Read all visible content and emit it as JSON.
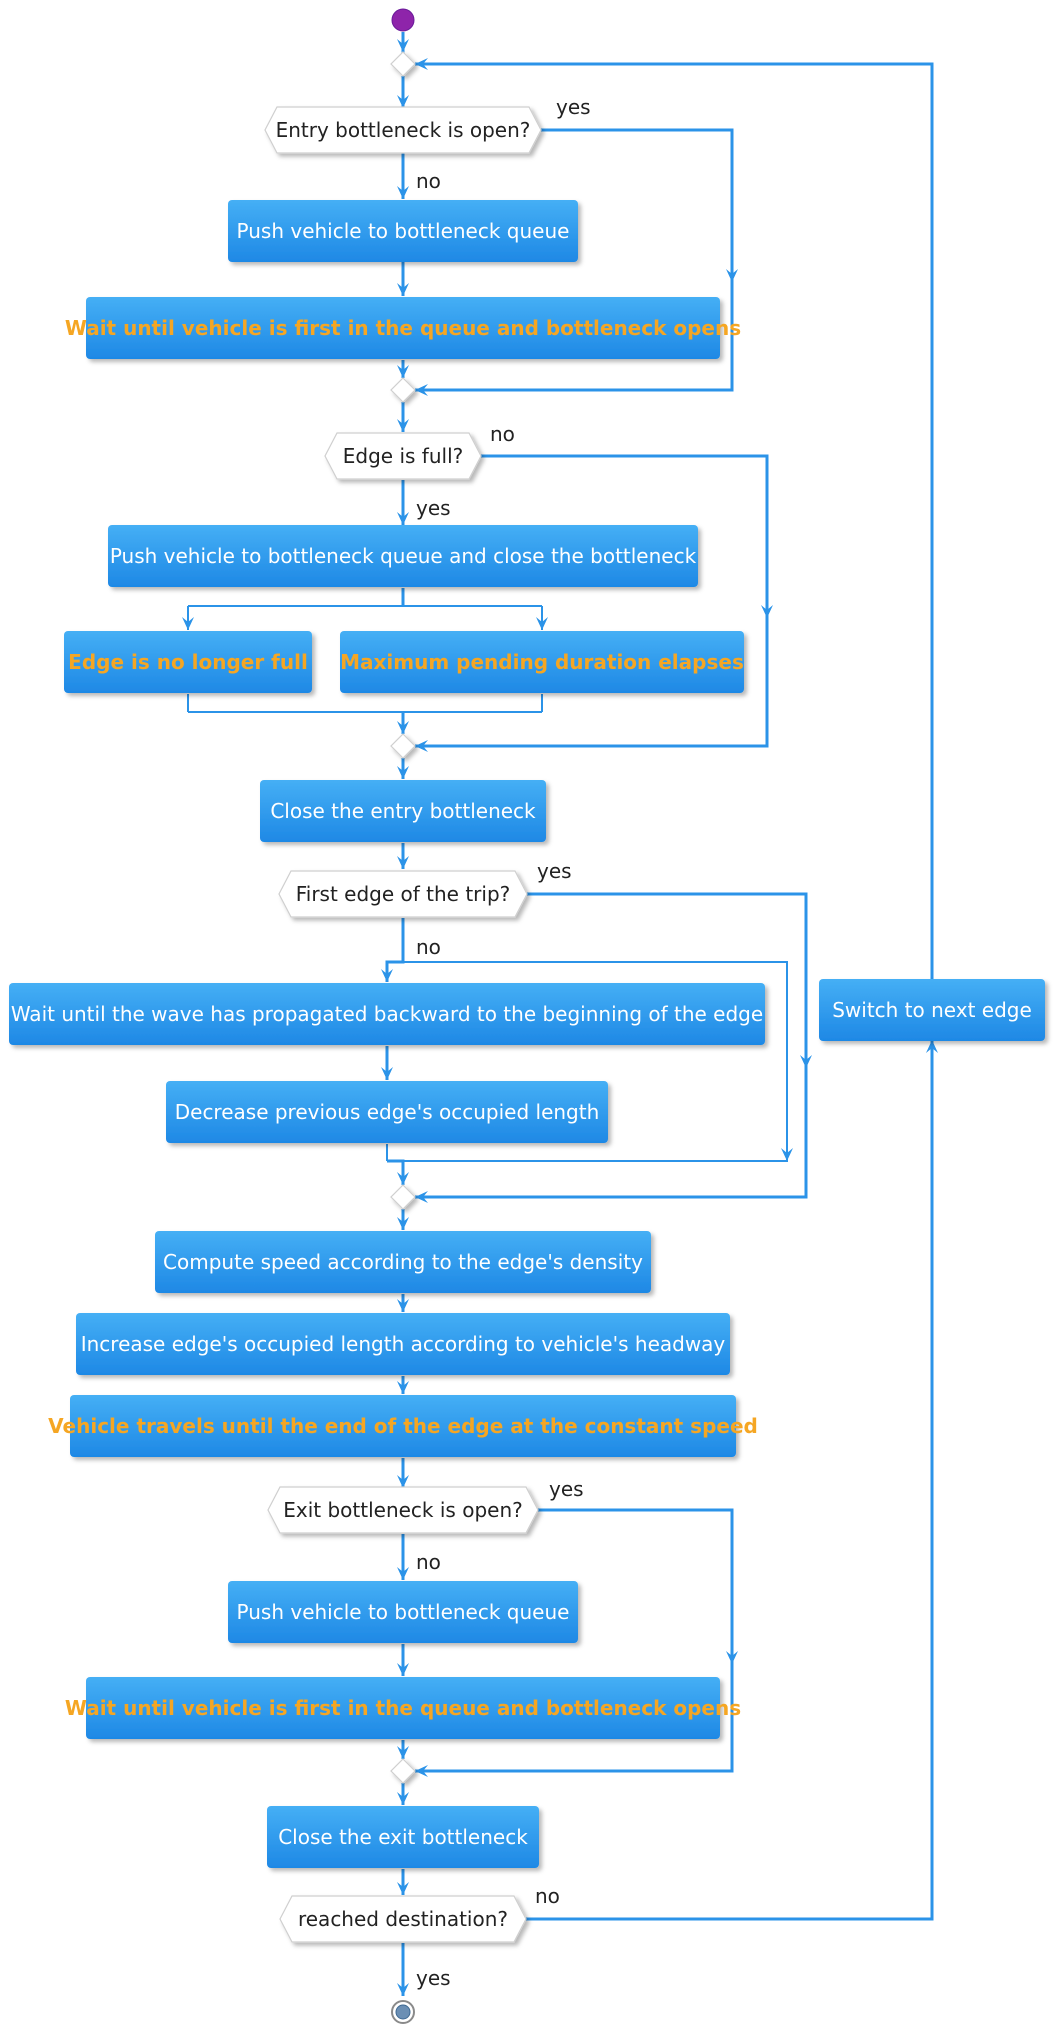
{
  "colors": {
    "line": "#2B93E8",
    "box_top": "#45AFF5",
    "box_bottom": "#1E88E5",
    "wait_text": "#F5A623",
    "start_node": "#8E24AA"
  },
  "nodes": {
    "d_entry": "Entry bottleneck is open?",
    "a_push1": "Push vehicle to bottleneck queue",
    "w_wait1": "Wait until vehicle is first in the queue and bottleneck opens",
    "d_full": "Edge is full?",
    "a_push_close": "Push vehicle to bottleneck queue and close the bottleneck",
    "w_notfull": "Edge is no longer full",
    "w_maxpend": "Maximum pending duration elapses",
    "a_close_entry": "Close the entry bottleneck",
    "d_first": "First edge of the trip?",
    "a_wave": "Wait until the wave has propagated backward to the beginning of the edge",
    "a_decrease": "Decrease previous edge's occupied length",
    "a_speed": "Compute speed according to the edge's density",
    "a_increase": "Increase edge's occupied length according to vehicle's headway",
    "w_travel": "Vehicle travels until the end of the edge at the constant speed",
    "d_exit": "Exit bottleneck is open?",
    "a_push2": "Push vehicle to bottleneck queue",
    "w_wait2": "Wait until vehicle is first in the queue and bottleneck opens",
    "a_close_exit": "Close the exit bottleneck",
    "d_dest": "reached destination?",
    "a_switch": "Switch to next edge"
  },
  "edge_labels": {
    "entry_yes": "yes",
    "entry_no": "no",
    "full_no": "no",
    "full_yes": "yes",
    "first_yes": "yes",
    "first_no": "no",
    "exit_yes": "yes",
    "exit_no": "no",
    "dest_no": "no",
    "dest_yes": "yes"
  }
}
